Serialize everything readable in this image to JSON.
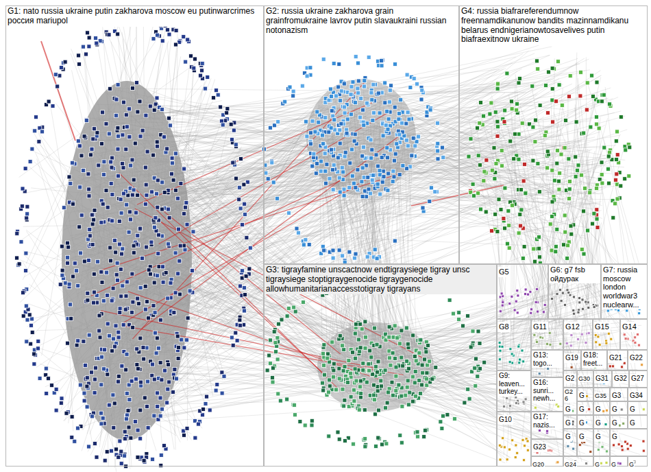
{
  "diagram": {
    "nodes": [
      {
        "text": [
          "G1: nato russia ukraine putin zakharova moscow eu putinwarcrimes россия mariupol"
        ]
      },
      {
        "text": [
          "G2: russia ukraine zakharova grain grainfromukraine lavrov putin slavaukraini russian notonazism"
        ]
      },
      {
        "text": [
          "G4: russia biafrareferendumnow freennamdikanunow bandits mazinnamdikanu belarus endnigerianowtosavelives putin biafraexitnow ukraine"
        ]
      },
      {
        "text": [
          "G3: tigrayfamine unscactnow endtigraysiege tigray unsc tigraysiege stoptigraygenocide tigraygenocide allowhumanitarianaccesstotigray tigrayans"
        ]
      },
      {
        "text": [
          "G5"
        ]
      },
      {
        "text": [
          "G6: g7 fsb ойдурак"
        ]
      },
      {
        "text": [
          "G7: russia moscow london worldwar3 nuclearw..."
        ]
      },
      {
        "text": [
          "G8"
        ]
      },
      {
        "text": [
          "G11"
        ]
      },
      {
        "text": [
          "G12"
        ]
      },
      {
        "text": [
          "G15"
        ]
      },
      {
        "text": [
          "G14"
        ]
      },
      {
        "text": [
          "G13: togo..."
        ]
      },
      {
        "text": [
          "G19"
        ]
      },
      {
        "text": [
          "G18: freet..."
        ]
      },
      {
        "text": [
          "G21"
        ]
      },
      {
        "text": [
          "G22"
        ]
      },
      {
        "text": [
          "G9: leaven... turkey..."
        ]
      },
      {
        "text": [
          "G16: sunri... newh..."
        ]
      },
      {
        "text": [
          "G2"
        ]
      },
      {
        "text": [
          "G30"
        ]
      },
      {
        "text": [
          "G31"
        ]
      },
      {
        "text": [
          "G32"
        ]
      },
      {
        "text": [
          "G27"
        ]
      },
      {
        "text": [
          "G26"
        ]
      },
      {
        "text": [
          "G"
        ]
      },
      {
        "text": [
          "G35"
        ]
      },
      {
        "text": [
          "G3"
        ]
      },
      {
        "text": [
          "G34"
        ]
      },
      {
        "text": [
          "G"
        ]
      },
      {
        "text": [
          "G"
        ]
      },
      {
        "text": [
          "G"
        ]
      },
      {
        "text": [
          "G"
        ]
      },
      {
        "text": [
          "G"
        ]
      },
      {
        "text": [
          "G17: nazis..."
        ]
      },
      {
        "text": [
          "G"
        ]
      },
      {
        "text": [
          "G"
        ]
      },
      {
        "text": [
          "G"
        ]
      },
      {
        "text": [
          "G"
        ]
      },
      {
        "text": [
          "G"
        ]
      },
      {
        "text": [
          "G10"
        ]
      },
      {
        "text": [
          "G23"
        ]
      },
      {
        "text": [
          "G"
        ]
      },
      {
        "text": [
          "G"
        ]
      },
      {
        "text": [
          "G"
        ]
      },
      {
        "text": [
          "G"
        ]
      },
      {
        "text": [
          "G20"
        ]
      },
      {
        "text": [
          "G24"
        ]
      },
      {
        "text": [
          "G"
        ]
      },
      {
        "text": [
          "G"
        ]
      },
      {
        "text": [
          "G"
        ]
      }
    ]
  }
}
